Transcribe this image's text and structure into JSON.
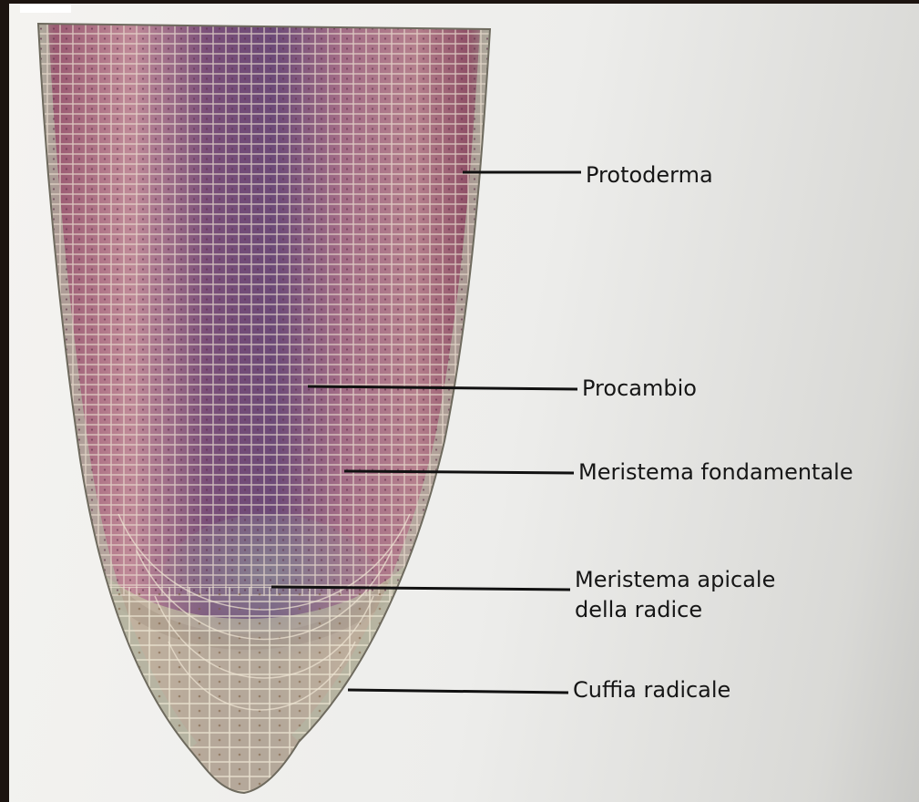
{
  "labels": {
    "protoderma": "Protoderma",
    "procambio": "Procambio",
    "meristema_fondamentale": "Meristema fondamentale",
    "meristema_apicale_line1": "Meristema apicale",
    "meristema_apicale_line2": "della radice",
    "cuffia_radicale": "Cuffia radicale"
  },
  "colors": {
    "tissue_purple": "#7b4a6c",
    "tissue_pink": "#b77e8f",
    "cell_wall": "#e9e2cf",
    "root_cap": "#b9b89c",
    "leader_line": "#111111"
  }
}
